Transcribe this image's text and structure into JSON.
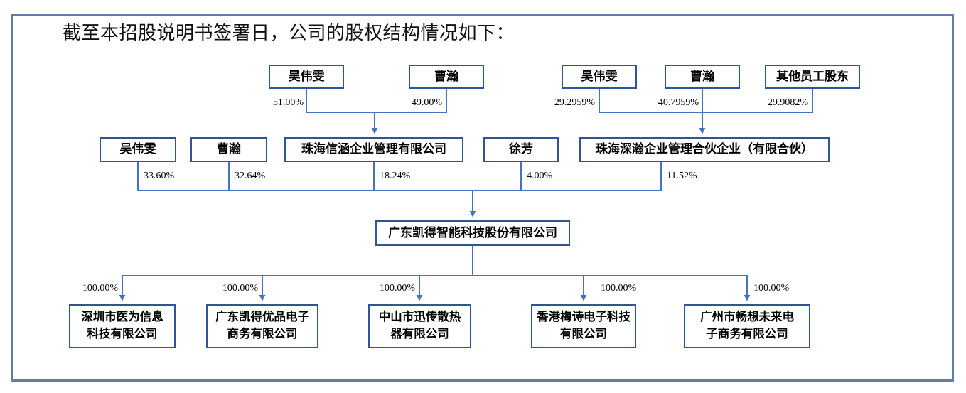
{
  "title": "截至本招股说明书签署日，公司的股权结构情况如下：",
  "diagram": {
    "colors": {
      "box_border": "#2e5596",
      "line": "#4472c4",
      "frame": "#5e80a8"
    },
    "top_left_group": {
      "shareholders": [
        {
          "name": "吴伟雯",
          "pct": "51.00%"
        },
        {
          "name": "曹瀚",
          "pct": "49.00%"
        }
      ],
      "owns": "珠海信涵企业管理有限公司"
    },
    "top_right_group": {
      "shareholders": [
        {
          "name": "吴伟雯",
          "pct": "29.2959%"
        },
        {
          "name": "曹瀚",
          "pct": "40.7959%"
        },
        {
          "name": "其他员工股东",
          "pct": "29.9082%"
        }
      ],
      "owns": "珠海深瀚企业管理合伙企业（有限合伙）"
    },
    "company_shareholders": [
      {
        "name": "吴伟雯",
        "pct": "33.60%"
      },
      {
        "name": "曹瀚",
        "pct": "32.64%"
      },
      {
        "name": "珠海信涵企业管理有限公司",
        "pct": "18.24%"
      },
      {
        "name": "徐芳",
        "pct": "4.00%"
      },
      {
        "name": "珠海深瀚企业管理合伙企业（有限合伙）",
        "pct": "11.52%"
      }
    ],
    "company": {
      "name": "广东凯得智能科技股份有限公司"
    },
    "subsidiaries": [
      {
        "name": "深圳市医为信息科技有限公司",
        "pct": "100.00%"
      },
      {
        "name": "广东凯得优品电子商务有限公司",
        "pct": "100.00%"
      },
      {
        "name": "中山市迅传散热器有限公司",
        "pct": "100.00%"
      },
      {
        "name": "香港梅诗电子科技有限公司",
        "pct": "100.00%"
      },
      {
        "name": "广州市畅想未来电子商务有限公司",
        "pct": "100.00%"
      }
    ]
  }
}
